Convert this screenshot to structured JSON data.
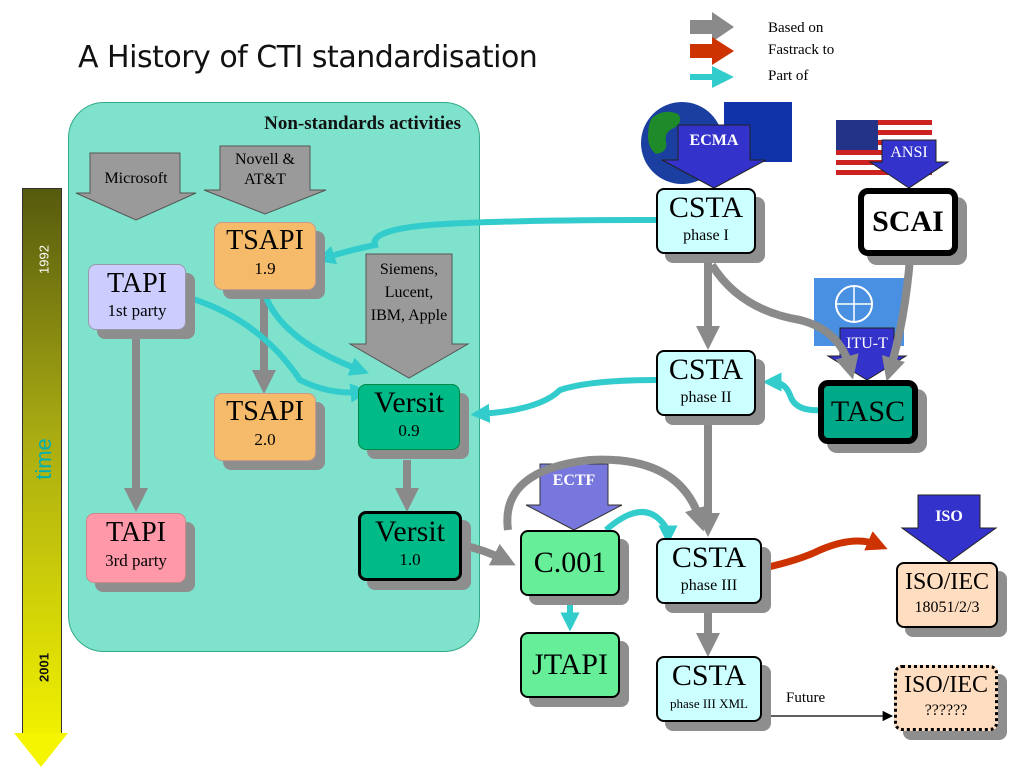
{
  "title": "A History of CTI standardisation",
  "legend": [
    {
      "label": "Based on",
      "color": "#8a8a8a"
    },
    {
      "label": "Fastrack to",
      "color": "#cc3300"
    },
    {
      "label": "Part of",
      "color": "#33cccc"
    }
  ],
  "region_label": "Non-standards activities",
  "timeline": {
    "label": "time",
    "start": "1992",
    "end": "2001"
  },
  "sources": {
    "microsoft": "Microsoft",
    "novell": "Novell & AT&T",
    "siemens": "Siemens, Lucent, IBM, Apple",
    "ecma": "ECMA",
    "ansi": "ANSI",
    "itut": "ITU-T",
    "ectf": "ECTF",
    "iso": "ISO"
  },
  "nodes": {
    "tapi1": {
      "title": "TAPI",
      "sub": "1st party"
    },
    "tapi3": {
      "title": "TAPI",
      "sub": "3rd party"
    },
    "tsapi19": {
      "title": "TSAPI",
      "sub": "1.9"
    },
    "tsapi20": {
      "title": "TSAPI",
      "sub": "2.0"
    },
    "versit09": {
      "title": "Versit",
      "sub": "0.9"
    },
    "versit10": {
      "title": "Versit",
      "sub": "1.0"
    },
    "csta1": {
      "title": "CSTA",
      "sub": "phase I"
    },
    "csta2": {
      "title": "CSTA",
      "sub": "phase II"
    },
    "csta3": {
      "title": "CSTA",
      "sub": "phase III"
    },
    "cstaxml": {
      "title": "CSTA",
      "sub": "phase III XML"
    },
    "scai": {
      "title": "SCAI"
    },
    "tasc": {
      "title": "TASC"
    },
    "c001": {
      "title": "C.001"
    },
    "jtapi": {
      "title": "JTAPI"
    },
    "isoiec": {
      "title": "ISO/IEC",
      "sub": "18051/2/3"
    },
    "isofuture": {
      "title": "ISO/IEC",
      "sub": "??????"
    }
  },
  "future_label": "Future",
  "colors": {
    "based_on": "#8a8a8a",
    "fastrack": "#cc3300",
    "part_of": "#33cccc",
    "standards_body": "#3333cc",
    "csta_fill": "#ccffff",
    "tapi1_fill": "#ccccff",
    "tapi3_fill": "#ff99aa",
    "tsapi_fill": "#f5bb6a",
    "versit_fill": "#00bb88",
    "c001_fill": "#66ee99",
    "tasc_fill": "#00aa88",
    "iso_fill": "#ffddc0",
    "region_fill": "#7ee2cc"
  }
}
